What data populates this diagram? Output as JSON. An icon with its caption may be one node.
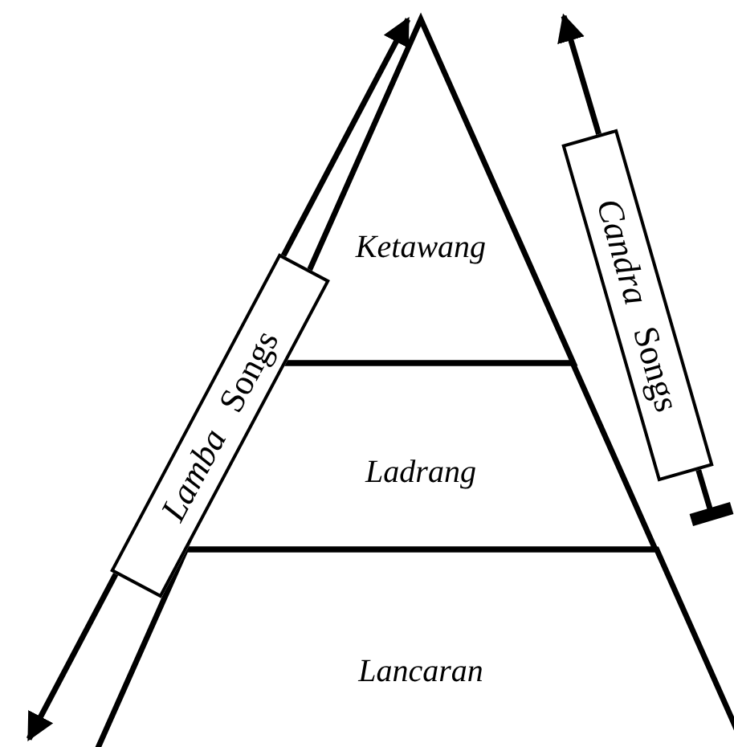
{
  "diagram": {
    "nodes": [
      {
        "text": [
          "Ketawang"
        ]
      },
      {
        "text": [
          "Ladrang"
        ]
      },
      {
        "text": [
          "Lancaran"
        ]
      },
      {
        "text": [
          "*Lamba* Songs"
        ]
      },
      {
        "text": [
          "*Candra* Songs"
        ]
      }
    ]
  }
}
